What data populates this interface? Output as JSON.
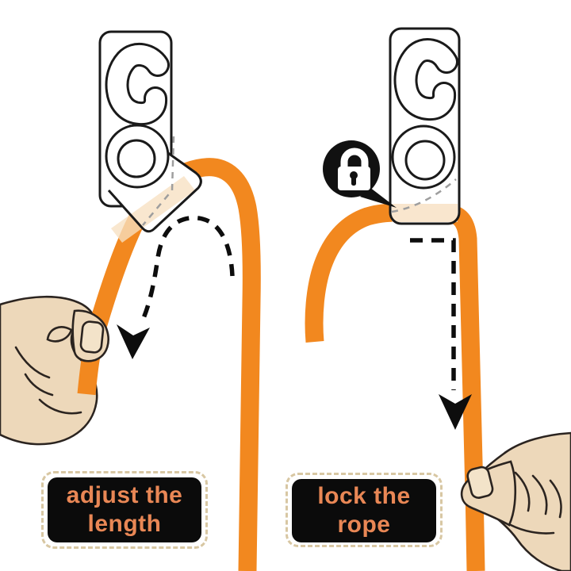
{
  "diagram": {
    "type": "product-instruction-diagram",
    "subject": "rope hook tensioner usage, two steps side by side"
  },
  "left_panel": {
    "caption": {
      "line1": "adjust the",
      "line2": "length"
    },
    "arrow_icon": "curved-dashed-down-arrow"
  },
  "right_panel": {
    "caption": {
      "line1": "lock the",
      "line2": "rope"
    },
    "badge_icon": "lock-icon",
    "arrow_icon": "straight-dashed-down-arrow"
  },
  "colors": {
    "rope": "#f2881f",
    "skin": "#edd8ba",
    "outline": "#1a1a1a",
    "hand_outline": "#2b2420",
    "label_bg": "#0b0b0b",
    "label_text": "#e98755",
    "label_border": "#d8c7a3",
    "bubble": "#111111",
    "ghost_dash": "#9e9e9e",
    "translucent_tint": "#f7e0c2",
    "arrow": "#0d0d0d"
  }
}
